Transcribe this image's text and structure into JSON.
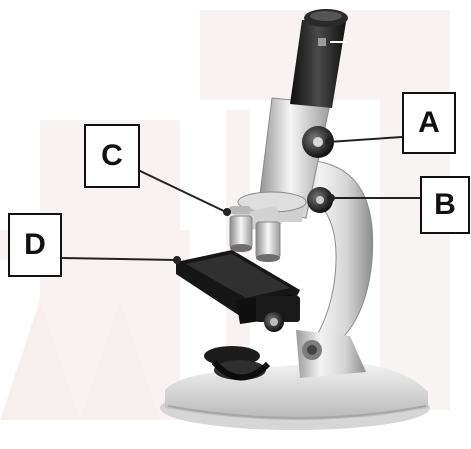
{
  "diagram": {
    "labels": {
      "a": "A",
      "b": "B",
      "c": "C",
      "d": "D"
    },
    "colors": {
      "watermark": "#f1e8e6",
      "metal_light": "#e9e9e9",
      "metal_mid": "#bdbdbd",
      "metal_dark": "#6d6d6d",
      "black_part": "#1b1b1b",
      "leader_line": "#222222"
    }
  }
}
